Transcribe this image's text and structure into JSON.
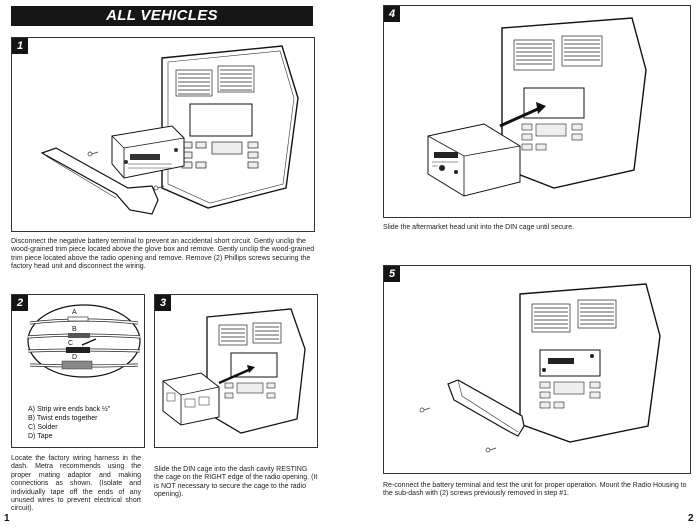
{
  "header": {
    "title": "ALL VEHICLES"
  },
  "steps": [
    {
      "number": "1",
      "text": "Disconnect the negative battery terminal to prevent an accidental short circuit.  Gently unclip the wood-grained trim piece located above the glove box and remove.  Gently unclip the wood-grained trim piece located above the radio opening and remove.  Remove (2) Phillips screws securing the factory head unit and disconnect the wiring."
    },
    {
      "number": "2",
      "text": "Locate the factory wiring harness in the dash.  Metra recommends using the proper mating adaptor and making connections as shown.  (Isolate and individually tape off the ends of any unused wires to prevent electrical short circuit).",
      "diagram_letters": [
        "A",
        "B",
        "C",
        "D"
      ],
      "legend": [
        "A) Strip wire ends back ½\"",
        "B) Twist ends together",
        "C) Solder",
        "D) Tape"
      ]
    },
    {
      "number": "3",
      "text": "Slide the DIN cage into the dash cavity RESTING the cage on the RIGHT  edge of the radio opening. (It is NOT necessary to secure the cage to the radio opening)."
    },
    {
      "number": "4",
      "text": "Slide the aftermarket head unit into the DIN cage until secure."
    },
    {
      "number": "5",
      "text": "Re-connect the battery terminal and test the unit for proper operation.  Mount the Radio Housing  to the sub-dash with (2) screws previously removed in step #1."
    }
  ],
  "page_numbers": {
    "left": "1",
    "right": "2"
  }
}
